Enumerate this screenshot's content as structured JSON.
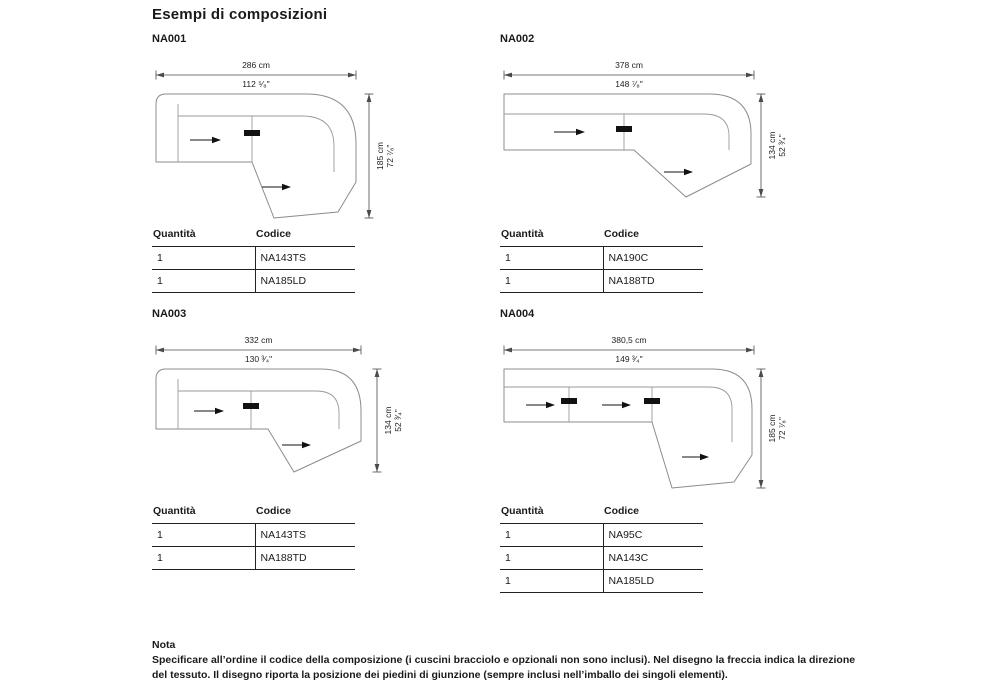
{
  "page": {
    "title": "Esempi di composizioni",
    "note": {
      "title": "Nota",
      "body": "Specificare all’ordine il codice della composizione (i cuscini bracciolo e opzionali non sono inclusi). Nel disegno la freccia indica la direzione del tessuto. Il disegno riporta la posizione dei piedini di giunzione (sempre inclusi nell’imballo dei singoli elementi)."
    }
  },
  "table_headers": {
    "qty": "Quantità",
    "code": "Codice"
  },
  "compositions": [
    {
      "id": "NA001",
      "width_cm": "286 cm",
      "width_in": "112 ⁵⁄₈\"",
      "depth_cm": "185 cm",
      "depth_in": "72 ⁷⁄₈\"",
      "rows": [
        {
          "qty": "1",
          "code": "NA143TS"
        },
        {
          "qty": "1",
          "code": "NA185LD"
        }
      ]
    },
    {
      "id": "NA002",
      "width_cm": "378 cm",
      "width_in": "148 ⁷⁄₈\"",
      "depth_cm": "134 cm",
      "depth_in": "52 ³⁄₄\"",
      "rows": [
        {
          "qty": "1",
          "code": "NA190C"
        },
        {
          "qty": "1",
          "code": "NA188TD"
        }
      ]
    },
    {
      "id": "NA003",
      "width_cm": "332 cm",
      "width_in": "130 ³⁄₄\"",
      "depth_cm": "134 cm",
      "depth_in": "52 ³⁄₄\"",
      "rows": [
        {
          "qty": "1",
          "code": "NA143TS"
        },
        {
          "qty": "1",
          "code": "NA188TD"
        }
      ]
    },
    {
      "id": "NA004",
      "width_cm": "380,5 cm",
      "width_in": "149 ³⁄₄\"",
      "depth_cm": "185 cm",
      "depth_in": "72 ⁷⁄₈\"",
      "rows": [
        {
          "qty": "1",
          "code": "NA95C"
        },
        {
          "qty": "1",
          "code": "NA143C"
        },
        {
          "qty": "1",
          "code": "NA185LD"
        }
      ]
    }
  ]
}
